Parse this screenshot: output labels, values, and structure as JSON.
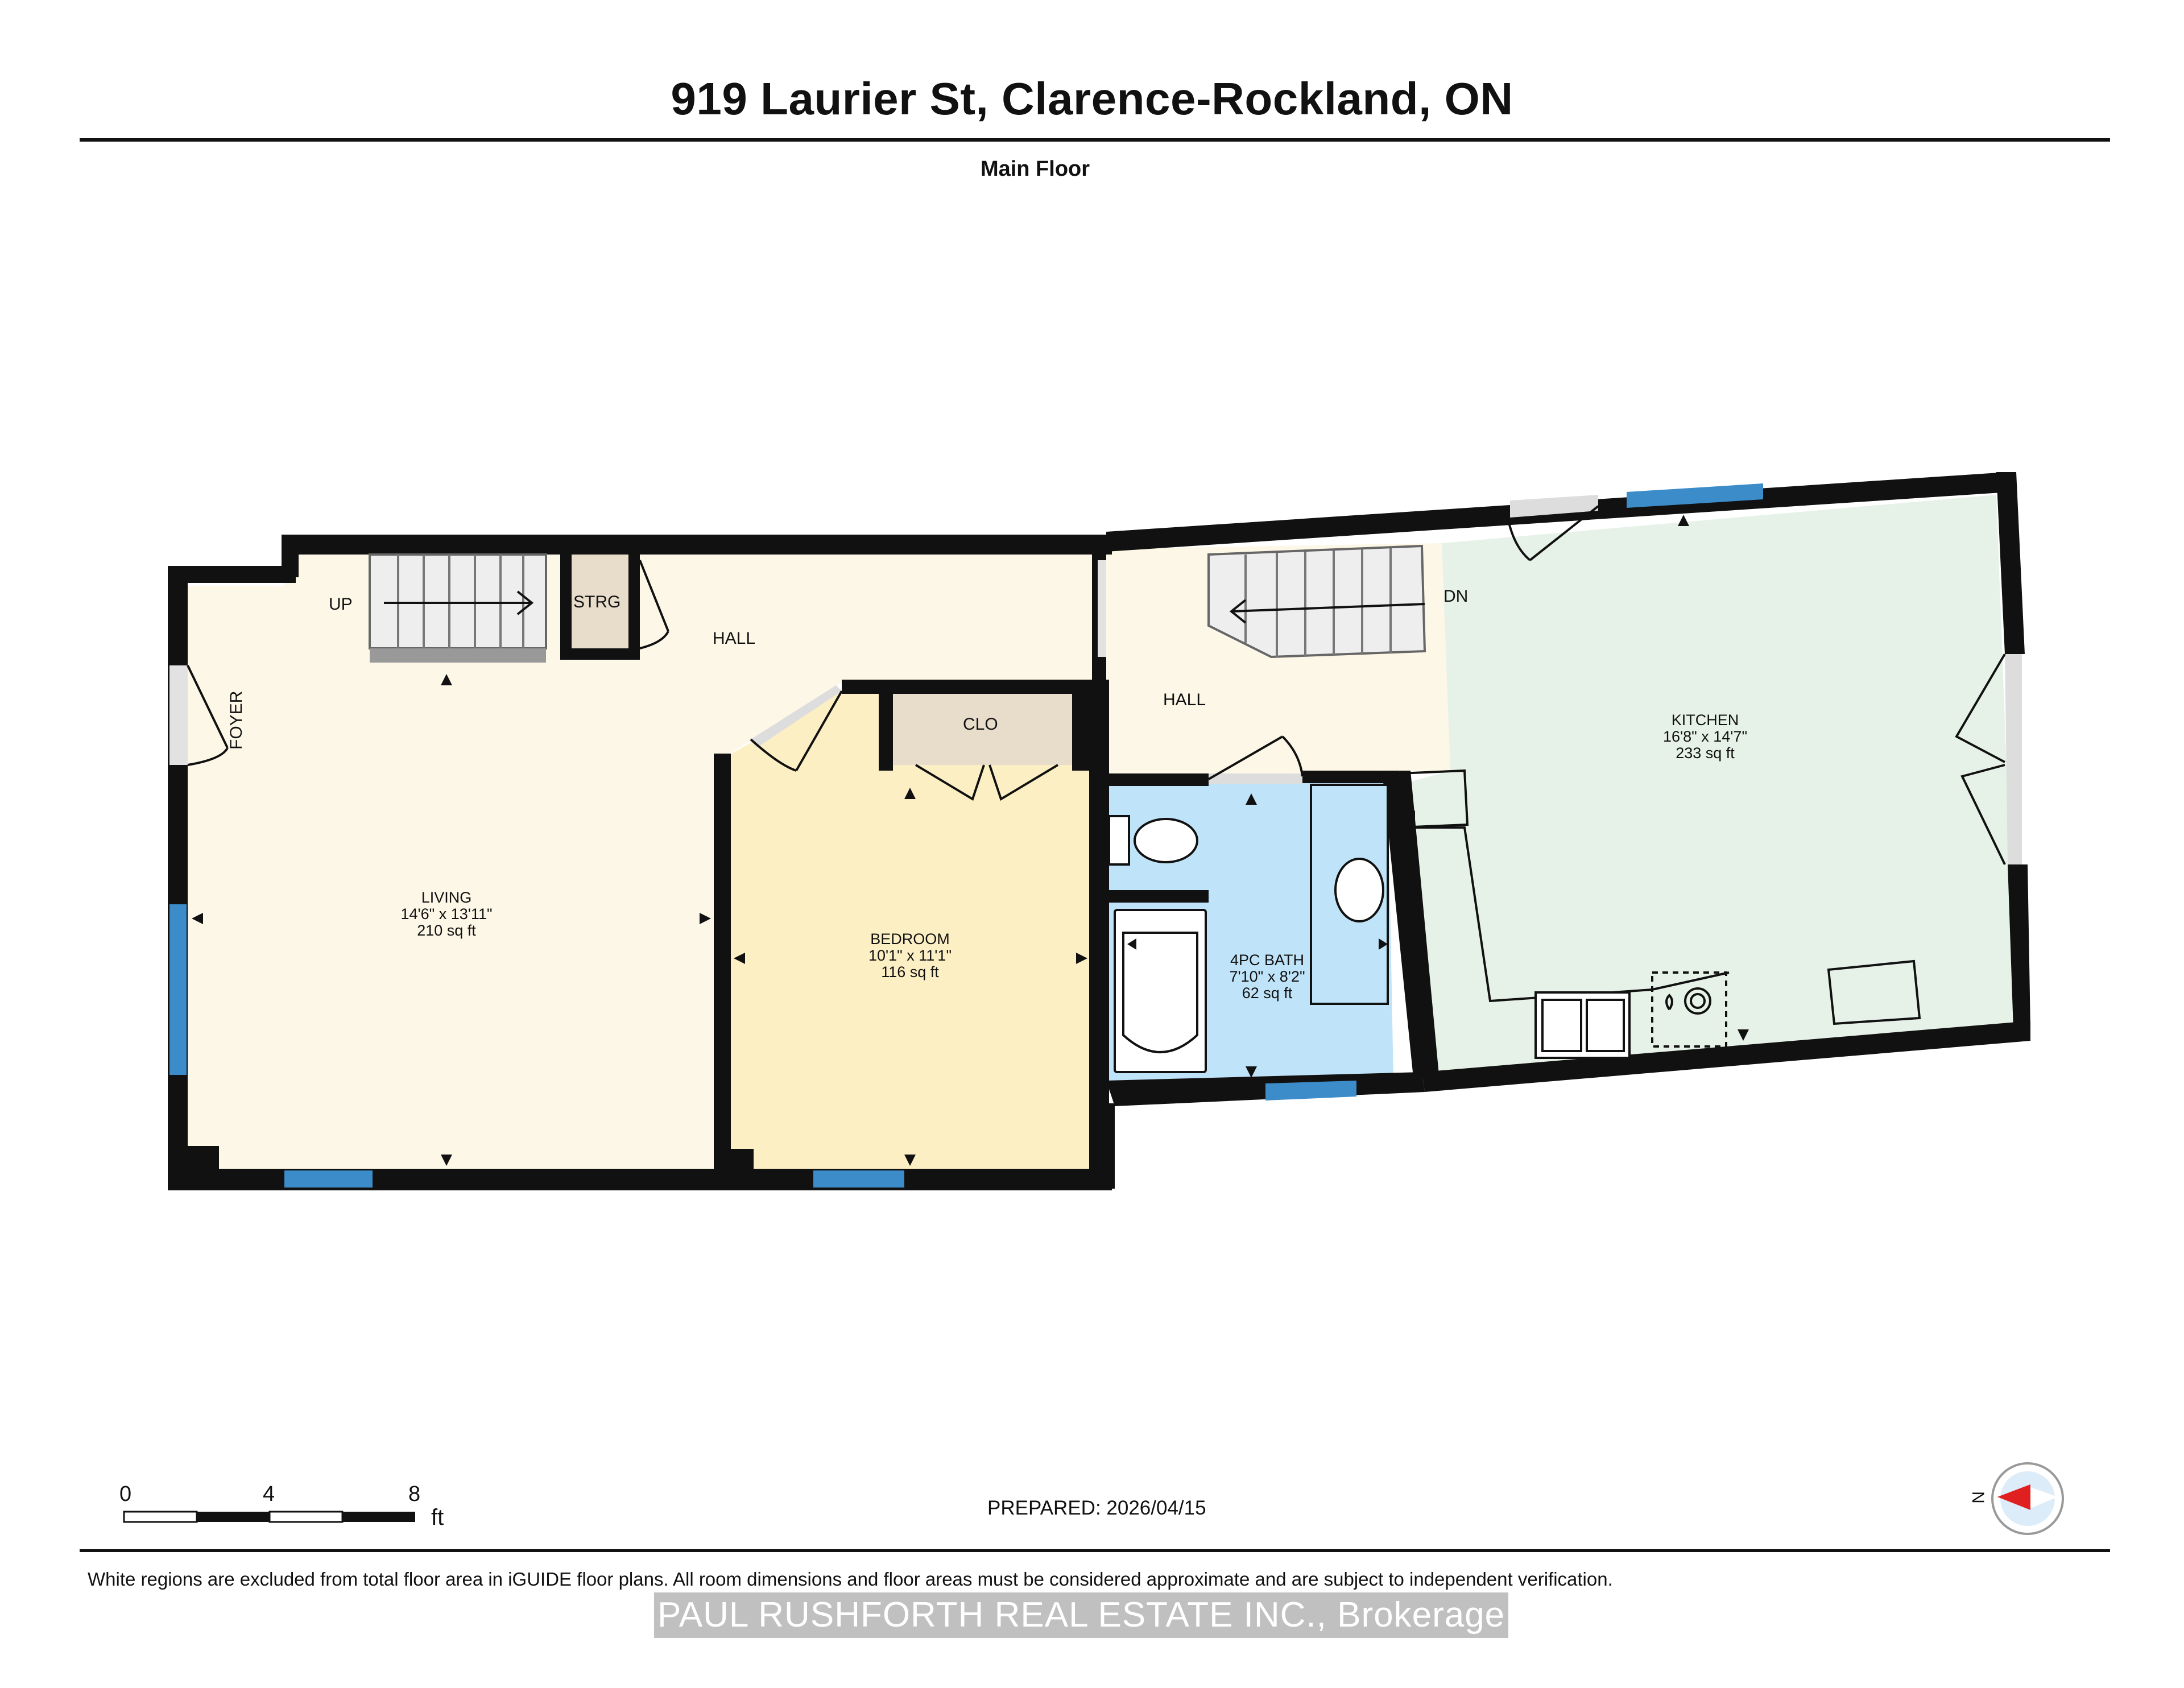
{
  "header": {
    "title": "919 Laurier St, Clarence-Rockland, ON",
    "floor": "Main Floor"
  },
  "rooms": {
    "living": {
      "name": "LIVING",
      "dims": "14'6\" x 13'11\"",
      "area": "210 sq ft"
    },
    "bedroom": {
      "name": "BEDROOM",
      "dims": "10'1\" x 11'1\"",
      "area": "116 sq ft"
    },
    "bath": {
      "name": "4PC BATH",
      "dims": "7'10\" x 8'2\"",
      "area": "62 sq ft"
    },
    "kitchen": {
      "name": "KITCHEN",
      "dims": "16'8\" x 14'7\"",
      "area": "233 sq ft"
    },
    "hall_left": "HALL",
    "hall_right": "HALL",
    "strg": "STRG",
    "clo": "CLO",
    "foyer": "FOYER",
    "up": "UP",
    "dn": "DN"
  },
  "scale": {
    "ticks": [
      "0",
      "4",
      "8"
    ],
    "unit": "ft"
  },
  "compass": {
    "label": "N"
  },
  "footer": {
    "prepared": "PREPARED: 2026/04/15",
    "disclaimer": "White regions are excluded from total floor area in iGUIDE floor plans. All room dimensions and floor areas must be considered approximate and are subject to independent verification.",
    "watermark": "PAUL RUSHFORTH REAL ESTATE INC., Brokerage"
  },
  "colors": {
    "living_hall": "#fcf7e6",
    "bedroom": "#fdefc4",
    "bath": "#bfe3f8",
    "kitchen": "#e6f2e8",
    "storage": "#e8dccb",
    "window": "#3b8cc8",
    "wall": "#111111",
    "door": "#dddddd"
  }
}
